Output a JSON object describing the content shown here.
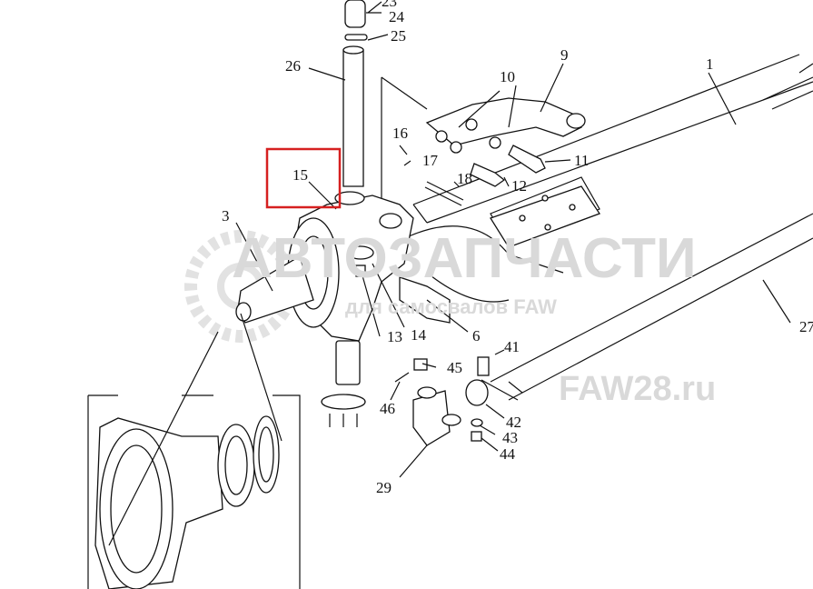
{
  "diagram": {
    "part_labels": [
      "23",
      "24",
      "25",
      "26",
      "9",
      "10",
      "1",
      "16",
      "17",
      "11",
      "18",
      "12",
      "15",
      "3",
      "13",
      "14",
      "6",
      "27",
      "41",
      "45",
      "46",
      "42",
      "43",
      "44",
      "29"
    ],
    "highlighted_label": "15",
    "highlight_color": "#d62020",
    "watermark": {
      "line1": "АВТОЗАПЧАСТИ",
      "line2": "для самосвалов FAW",
      "line3": "FAW28.ru"
    }
  }
}
